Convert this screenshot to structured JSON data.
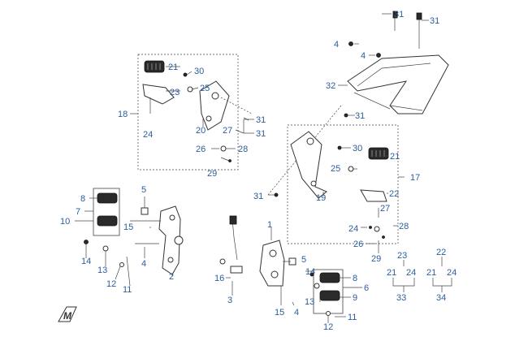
{
  "callouts": {
    "c1": "1",
    "c2": "2",
    "c3": "3",
    "c4a": "4",
    "c4b": "4",
    "c4c": "4",
    "c4d": "4",
    "c5a": "5",
    "c5b": "5",
    "c6": "6",
    "c7": "7",
    "c8a": "8",
    "c8b": "8",
    "c9": "9",
    "c10": "10",
    "c11a": "11",
    "c11b": "11",
    "c12a": "12",
    "c12b": "12",
    "c13a": "13",
    "c13b": "13",
    "c14a": "14",
    "c14b": "14",
    "c15a": "15",
    "c15b": "15",
    "c16": "16",
    "c17": "17",
    "c18": "18",
    "c19": "19",
    "c20": "20",
    "c21a": "21",
    "c21b": "21",
    "c21c": "21",
    "c21d": "21",
    "c22a": "22",
    "c22b": "22",
    "c23a": "23",
    "c23b": "23",
    "c24a": "24",
    "c24b": "24",
    "c24c": "24",
    "c24d": "24",
    "c25a": "25",
    "c25b": "25",
    "c26a": "26",
    "c26b": "26",
    "c27a": "27",
    "c27b": "27",
    "c28a": "28",
    "c28b": "28",
    "c29a": "29",
    "c29b": "29",
    "c30a": "30",
    "c30b": "30",
    "c31a": "31",
    "c31b": "31",
    "c31c": "31",
    "c31d": "31",
    "c31e": "31",
    "c32": "32",
    "c33": "33",
    "c34": "34"
  },
  "logo_text": "M"
}
